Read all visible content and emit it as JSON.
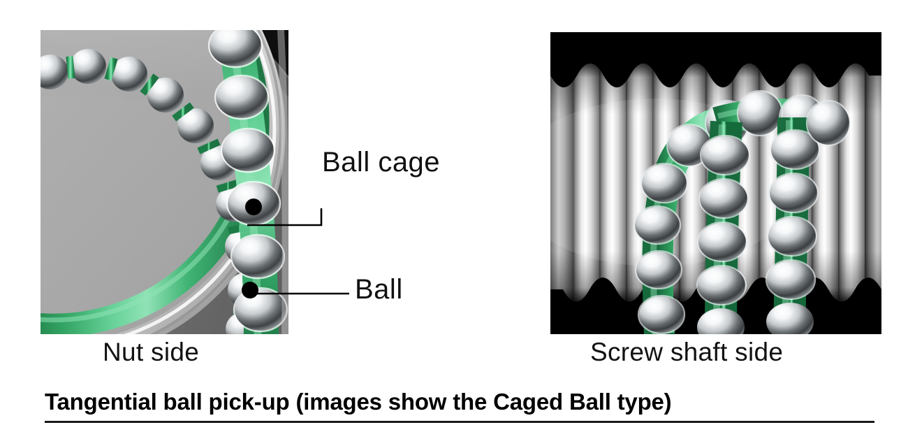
{
  "figure": {
    "caption": "Tangential ball pick-up (images show the Caged Ball type)",
    "callouts": [
      {
        "label": "Ball cage",
        "leader": "elbow",
        "target": "green-cage-spacer"
      },
      {
        "label": "Ball",
        "leader": "straight",
        "target": "steel-ball"
      }
    ],
    "panels": [
      {
        "caption": "Nut side",
        "subject": "ball-screw-nut-cutaway",
        "background_color": "#a9a9a9",
        "description": "Cutaway 3D render of a ball screw nut showing an arc of steel balls separated by green cage spacers, with a tangential ball chain at the right"
      },
      {
        "caption": "Screw shaft side",
        "subject": "ball-screw-shaft-threads",
        "background_color": "#000000",
        "description": "3D render of the threaded screw shaft with three green caged ball chains running in the thread grooves and a horizontal transfer chain at the top"
      }
    ],
    "colors": {
      "cage_green": "#36b26a",
      "cage_green_light": "#7ddba5",
      "cage_green_dark": "#1f7f49",
      "steel_light": "#fdfdfd",
      "steel_mid": "#b9bcbf",
      "steel_dark": "#4a4d50",
      "nut_body": "#6e6e6e",
      "nut_bore": "#a9a9a9",
      "shaft_background": "#000000",
      "label_text": "#111111",
      "leader_line": "#000000"
    }
  }
}
